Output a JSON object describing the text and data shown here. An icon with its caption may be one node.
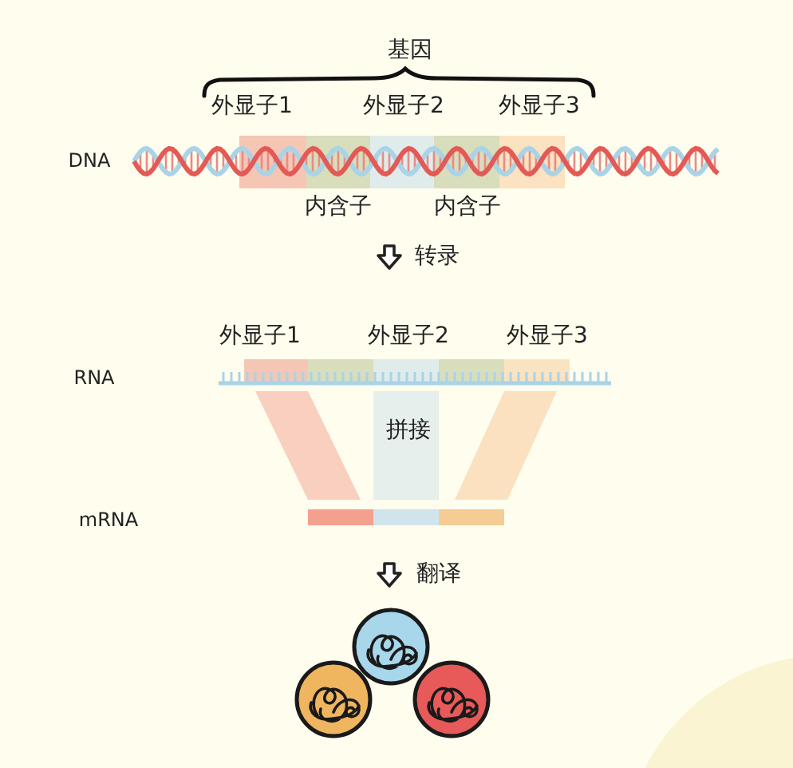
{
  "diagram": {
    "labels": [
      "基因",
      "外显子1",
      "外显子2",
      "外显子3",
      "DNA",
      "内含子",
      "内含子",
      "转录",
      "外显子1",
      "外显子2",
      "外显子3",
      "RNA",
      "拼接",
      "mRNA",
      "翻译"
    ]
  }
}
